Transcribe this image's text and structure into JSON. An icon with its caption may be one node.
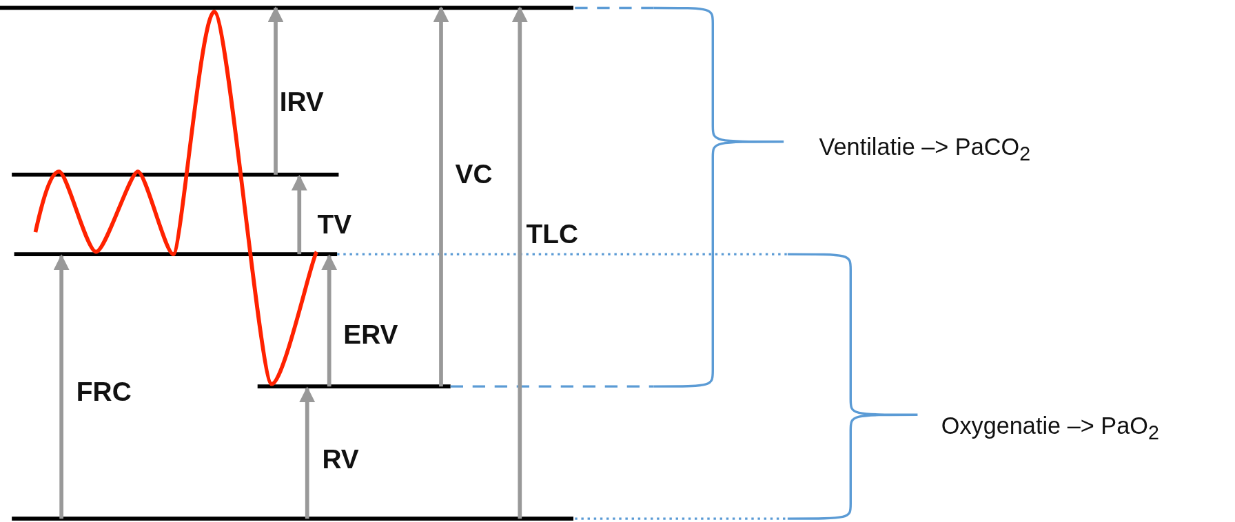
{
  "diagram": {
    "labels": [
      "IRV",
      "VC",
      "TV",
      "TLC",
      "ERV",
      "FRC",
      "RV",
      "Ventilatie –> PaCO$_{2}$",
      "Oxygenatie –> PaO$_{2}$"
    ]
  }
}
